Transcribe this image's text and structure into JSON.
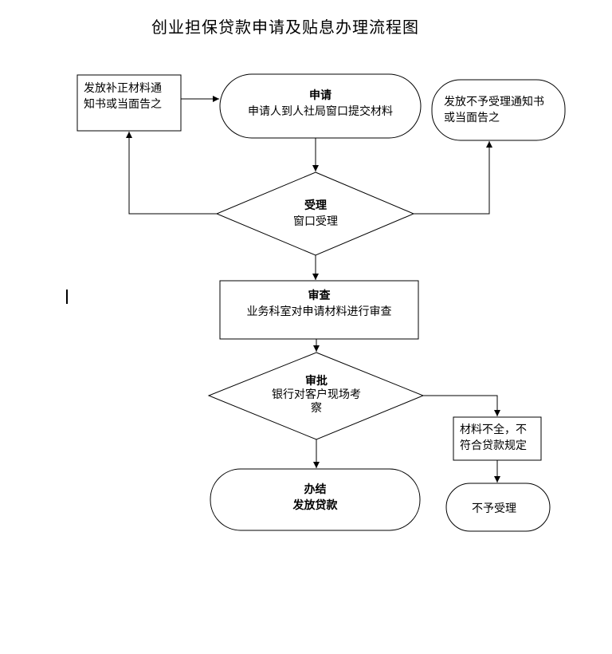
{
  "title": "创业担保贷款申请及贴息办理流程图",
  "nodes": {
    "supplement_notice": {
      "line1": "发放补正材料通",
      "line2": "知书或当面告之"
    },
    "apply": {
      "title": "申请",
      "text": "申请人到人社局窗口提交材料"
    },
    "reject_notice": {
      "line1": "发放不予受理通知书",
      "line2": "或当面告之"
    },
    "accept": {
      "title": "受理",
      "text": "窗口受理"
    },
    "review": {
      "title": "审查",
      "text": "业务科室对申请材料进行审查"
    },
    "approve": {
      "title": "审批",
      "line1": "银行对客户现场考",
      "line2": "察"
    },
    "complete": {
      "title": "办结",
      "text": "发放贷款"
    },
    "incomplete": {
      "line1": "材料不全，不",
      "line2": "符合贷款规定"
    },
    "not_accepted": {
      "text": "不予受理"
    }
  },
  "colors": {
    "stroke": "#000000",
    "background": "#ffffff"
  }
}
